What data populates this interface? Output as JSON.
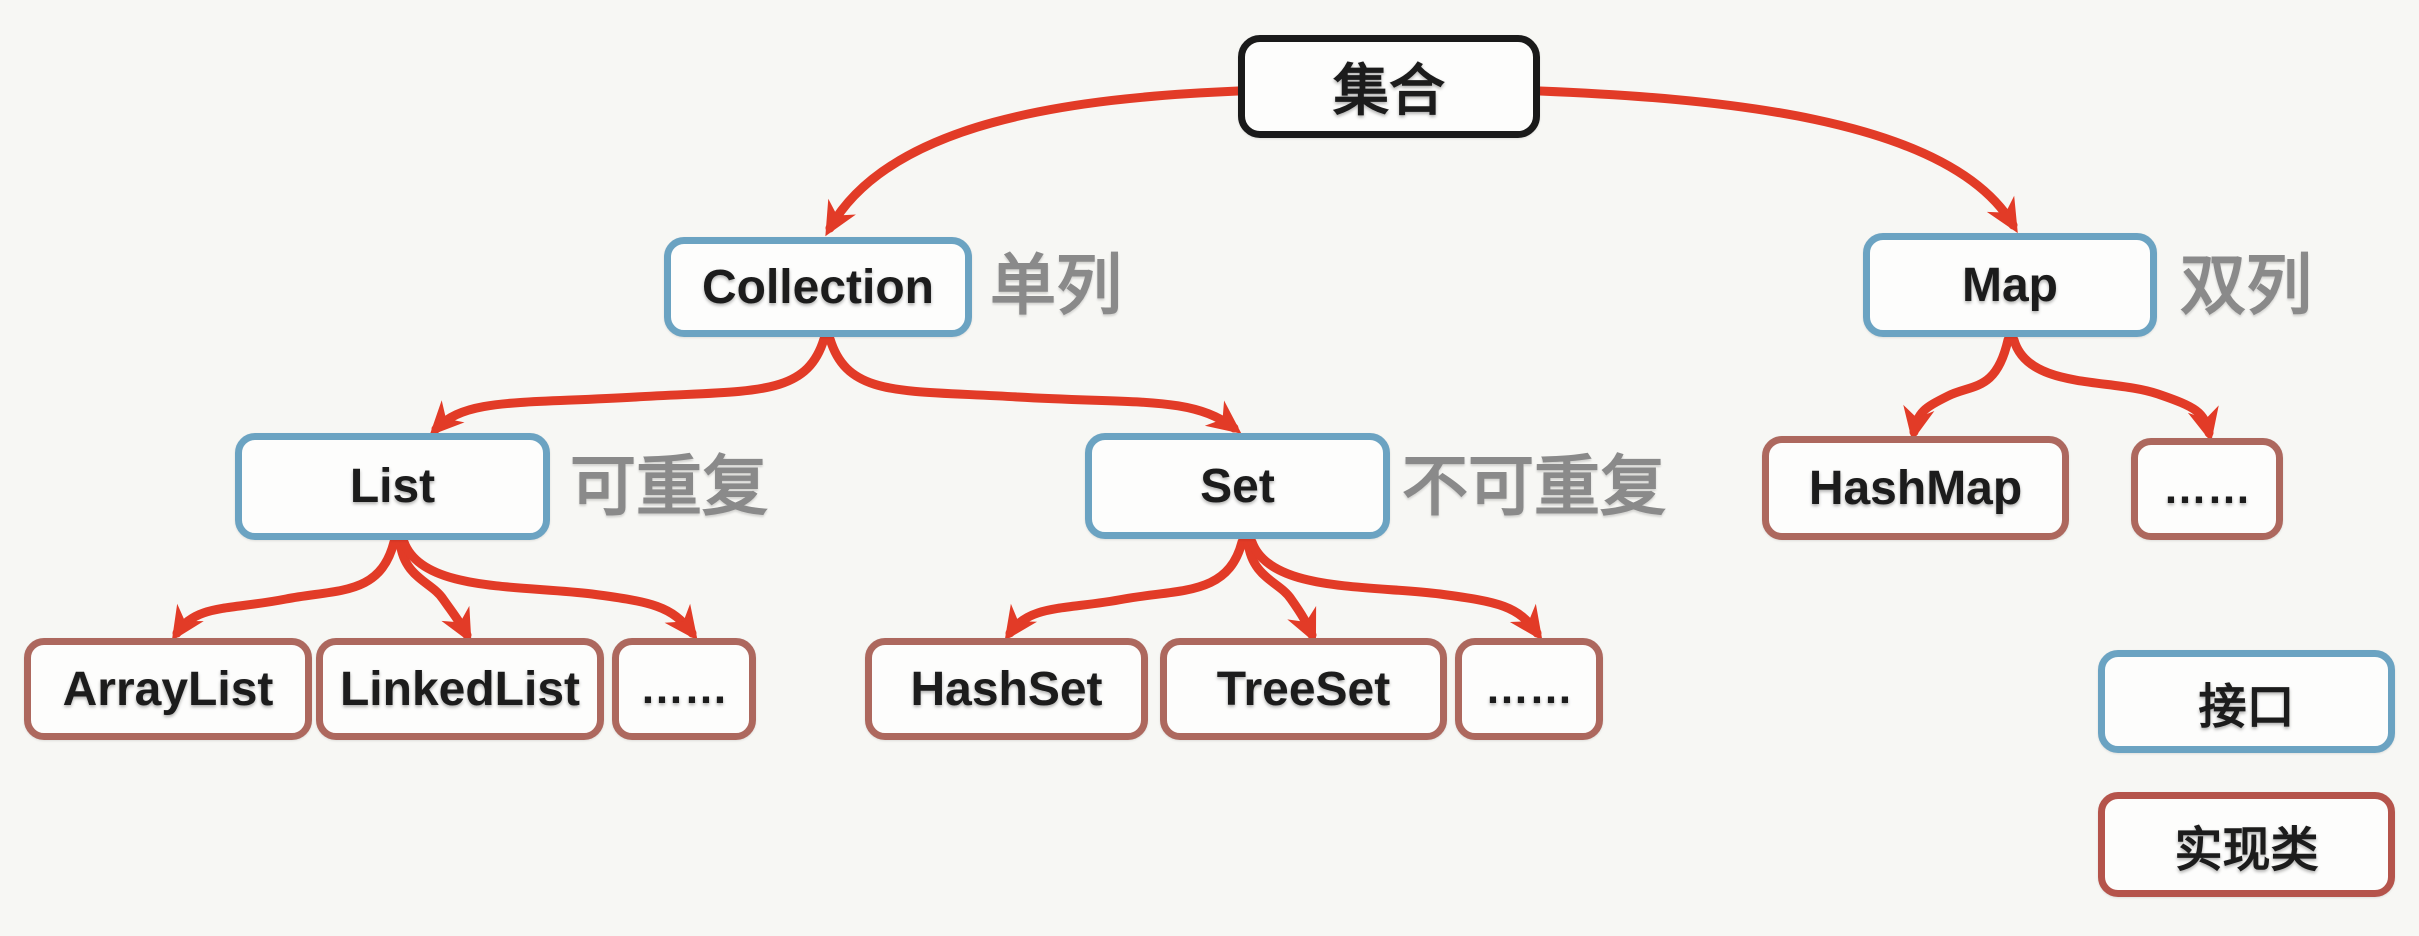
{
  "diagram": {
    "nodes": {
      "root": {
        "label": "集合"
      },
      "collection": {
        "label": "Collection",
        "annotation": "单列"
      },
      "map": {
        "label": "Map",
        "annotation": "双列"
      },
      "list": {
        "label": "List",
        "annotation": "可重复"
      },
      "set": {
        "label": "Set",
        "annotation": "不可重复"
      },
      "arraylist": {
        "label": "ArrayList"
      },
      "linkedlist": {
        "label": "LinkedList"
      },
      "list_more": {
        "label": "……"
      },
      "hashset": {
        "label": "HashSet"
      },
      "treeset": {
        "label": "TreeSet"
      },
      "set_more": {
        "label": "……"
      },
      "hashmap": {
        "label": "HashMap"
      },
      "map_more": {
        "label": "……"
      }
    },
    "legend": {
      "interface_label": "接口",
      "implementation_label": "实现类"
    },
    "colors": {
      "background": "#f7f7f4",
      "interface_border": "#6ba3c2",
      "implementation_border": "#ad685e",
      "legend_impl_border": "#b5544b",
      "root_border": "#1a1a1a",
      "arrow_color": "#e23b27",
      "annotation_gray": "#8a8a8a"
    }
  }
}
